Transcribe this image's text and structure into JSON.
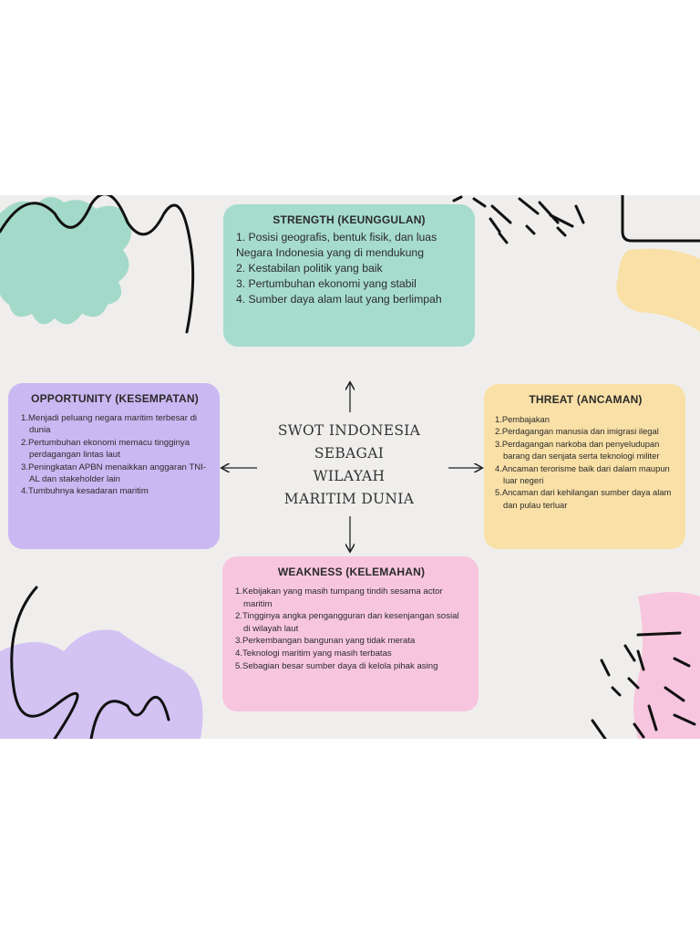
{
  "center_title": [
    "SWOT INDONESIA",
    "SEBAGAI",
    "WILAYAH",
    "MARITIM DUNIA"
  ],
  "strength": {
    "title": "STRENGTH (KEUNGGULAN)",
    "items": [
      "1. Posisi geografis, bentuk fisik, dan luas Negara Indonesia yang di mendukung",
      "2. Kestabilan politik yang baik",
      "3. Pertumbuhan ekonomi yang stabil",
      "4. Sumber daya alam laut yang berlimpah"
    ],
    "color": "#a6dccd"
  },
  "opportunity": {
    "title": "OPPORTUNITY (KESEMPATAN)",
    "items": [
      "1.Menjadi peluang negara maritim terbesar di dunia",
      "2.Pertumbuhan ekonomi memacu tingginya perdagangan lintas laut",
      "3.Peningkatan APBN menaikkan anggaran TNI-AL dan stakeholder lain",
      "4.Tumbuhnya kesadaran maritim"
    ],
    "color": "#c9b8f2"
  },
  "threat": {
    "title": "THREAT (ANCAMAN)",
    "items": [
      "1.Pembajakan",
      "2.Perdagangan manusia dan imigrasi ilegal",
      "3.Perdagangan narkoba dan penyeludupan barang dan senjata serta teknologi militer",
      "4.Ancaman terorisme baik dari dalam maupun luar negeri",
      "5.Ancaman dari kehilangan sumber daya alam dan pulau terluar"
    ],
    "color": "#f9e0a7"
  },
  "weakness": {
    "title": "WEAKNESS (KELEMAHAN)",
    "items": [
      "1.Kebijakan yang masih tumpang tindih sesama actor maritim",
      "2.Tingginya angka pengangguran dan kesenjangan sosial di wilayah laut",
      "3.Perkembangan bangunan yang tidak merata",
      "4.Teknologi maritim yang masih terbatas",
      "5.Sebagian besar sumber daya di kelola pihak asing"
    ],
    "color": "#f7c6de"
  }
}
